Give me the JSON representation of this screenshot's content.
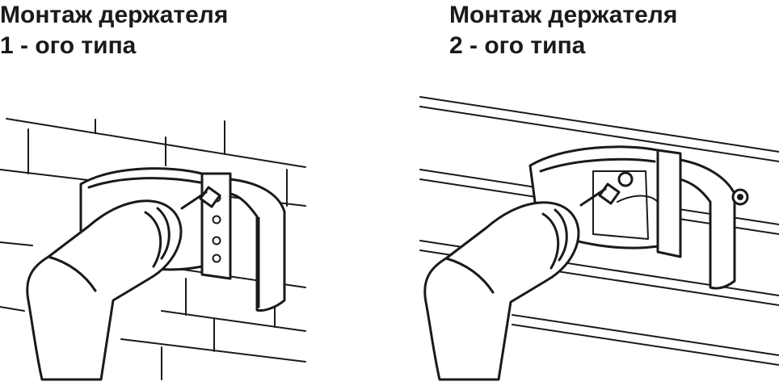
{
  "panels": [
    {
      "title_line1": "Монтаж держателя",
      "title_line2": "1 - ого типа"
    },
    {
      "title_line1": "Монтаж держателя",
      "title_line2": "2 - ого типа"
    }
  ],
  "colors": {
    "ink": "#1a1a1a",
    "background": "#ffffff"
  },
  "icons": [
    "drill-icon",
    "pipe-holder-type-1",
    "pipe-holder-type-2",
    "brick-wall",
    "wood-siding"
  ]
}
